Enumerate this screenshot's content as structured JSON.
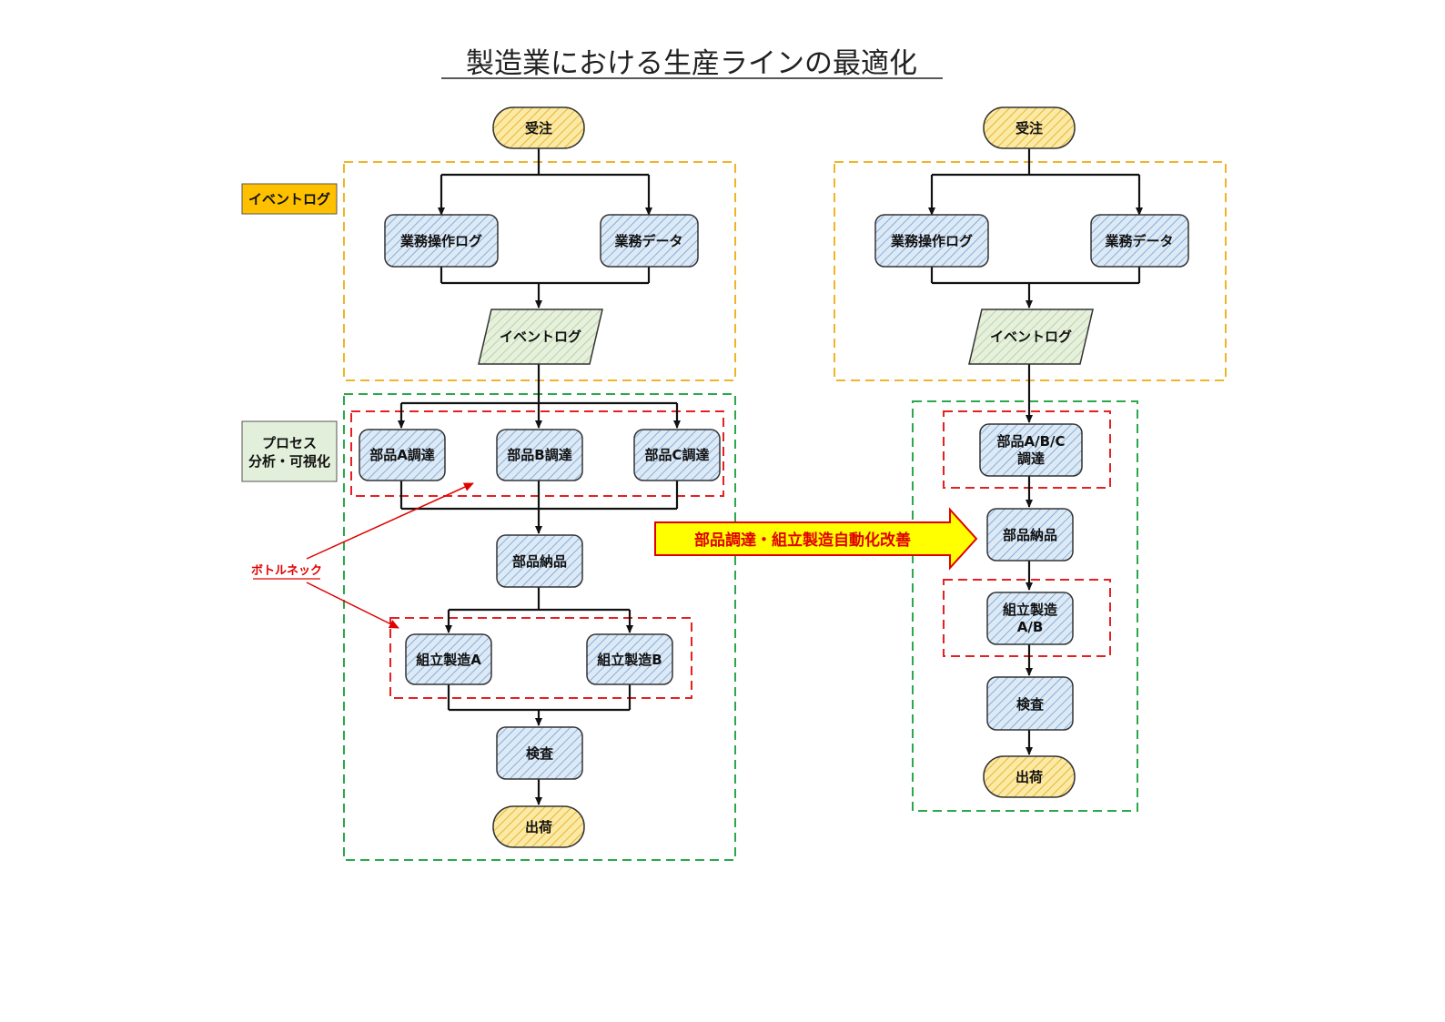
{
  "title": "製造業における生産ラインの最適化",
  "colors": {
    "process_fill": "#c9def0",
    "terminal_fill": "#f6cf5c",
    "data_fill": "#d8e8c8",
    "orange_frame": "#f0b428",
    "green_frame": "#2aa84a",
    "red_frame": "#e62020",
    "label_orange": "#ffc000",
    "label_green": "#e2efda",
    "callout_yellow": "#ffff00",
    "annotation_red": "#e00000"
  },
  "side_labels": {
    "event_log": "イベントログ",
    "process_line1": "プロセス",
    "process_line2": "分析・可視化"
  },
  "annotation": "ボトルネック",
  "callout": "部品調達・組立製造自動化改善",
  "before": {
    "order": "受注",
    "op_log": "業務操作ログ",
    "biz_data": "業務データ",
    "event_log": "イベントログ",
    "proc_a": "部品A調達",
    "proc_b": "部品B調達",
    "proc_c": "部品C調達",
    "delivery": "部品納品",
    "assy_a": "組立製造A",
    "assy_b": "組立製造B",
    "inspect": "検査",
    "ship": "出荷"
  },
  "after": {
    "order": "受注",
    "op_log": "業務操作ログ",
    "biz_data": "業務データ",
    "event_log": "イベントログ",
    "proc_abc_line1": "部品A/B/C",
    "proc_abc_line2": "調達",
    "delivery": "部品納品",
    "assy_line1": "組立製造",
    "assy_line2": "A/B",
    "inspect": "検査",
    "ship": "出荷"
  }
}
